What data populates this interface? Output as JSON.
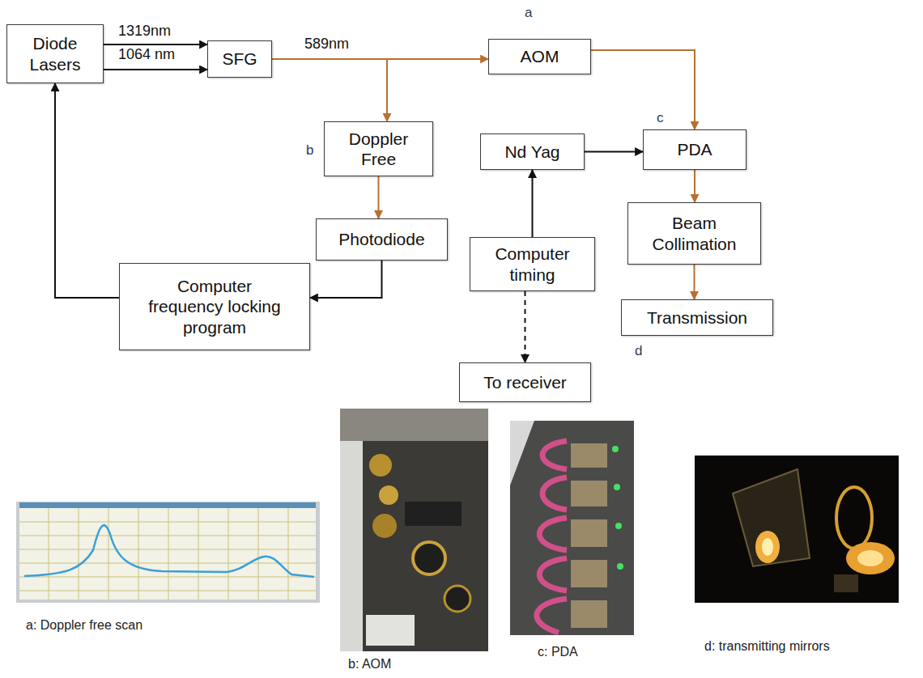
{
  "diagram": {
    "nodes": [
      {
        "text": [
          "Diode Lasers"
        ]
      },
      {
        "text": [
          "SFG"
        ]
      },
      {
        "text": [
          "AOM"
        ]
      },
      {
        "text": [
          "Doppler Free"
        ]
      },
      {
        "text": [
          "Nd Yag"
        ]
      },
      {
        "text": [
          "PDA"
        ]
      },
      {
        "text": [
          "Photodiode"
        ]
      },
      {
        "text": [
          "Computer timing"
        ]
      },
      {
        "text": [
          "Beam Collimation"
        ]
      },
      {
        "text": [
          "Computer frequency locking program"
        ]
      },
      {
        "text": [
          "Transmission"
        ]
      },
      {
        "text": [
          "To receiver"
        ]
      }
    ],
    "edges": [
      {
        "from": 0,
        "to": 1,
        "label": "1319nm",
        "arrow": "to"
      },
      {
        "from": 0,
        "to": 1,
        "label": "1064 nm",
        "arrow": "to"
      },
      {
        "from": 1,
        "to": 2,
        "label": "589nm",
        "arrow": "to"
      },
      {
        "from": 1,
        "to": 3,
        "arrow": "to"
      },
      {
        "from": 2,
        "to": 5,
        "arrow": "to"
      },
      {
        "from": 3,
        "to": 6,
        "arrow": "to"
      },
      {
        "from": 6,
        "to": 9,
        "arrow": "to"
      },
      {
        "from": 9,
        "to": 0,
        "arrow": "to"
      },
      {
        "from": 7,
        "to": 4,
        "arrow": "to"
      },
      {
        "from": 7,
        "to": 11,
        "arrow": "to"
      },
      {
        "from": 4,
        "to": 5,
        "arrow": "to"
      },
      {
        "from": 5,
        "to": 8,
        "arrow": "to"
      },
      {
        "from": 8,
        "to": 10,
        "arrow": "to"
      }
    ],
    "labels": [
      "a",
      "b",
      "c",
      "d",
      "a: Doppler free scan",
      "b: AOM",
      "c: PDA",
      "d: transmitting mirrors"
    ]
  }
}
